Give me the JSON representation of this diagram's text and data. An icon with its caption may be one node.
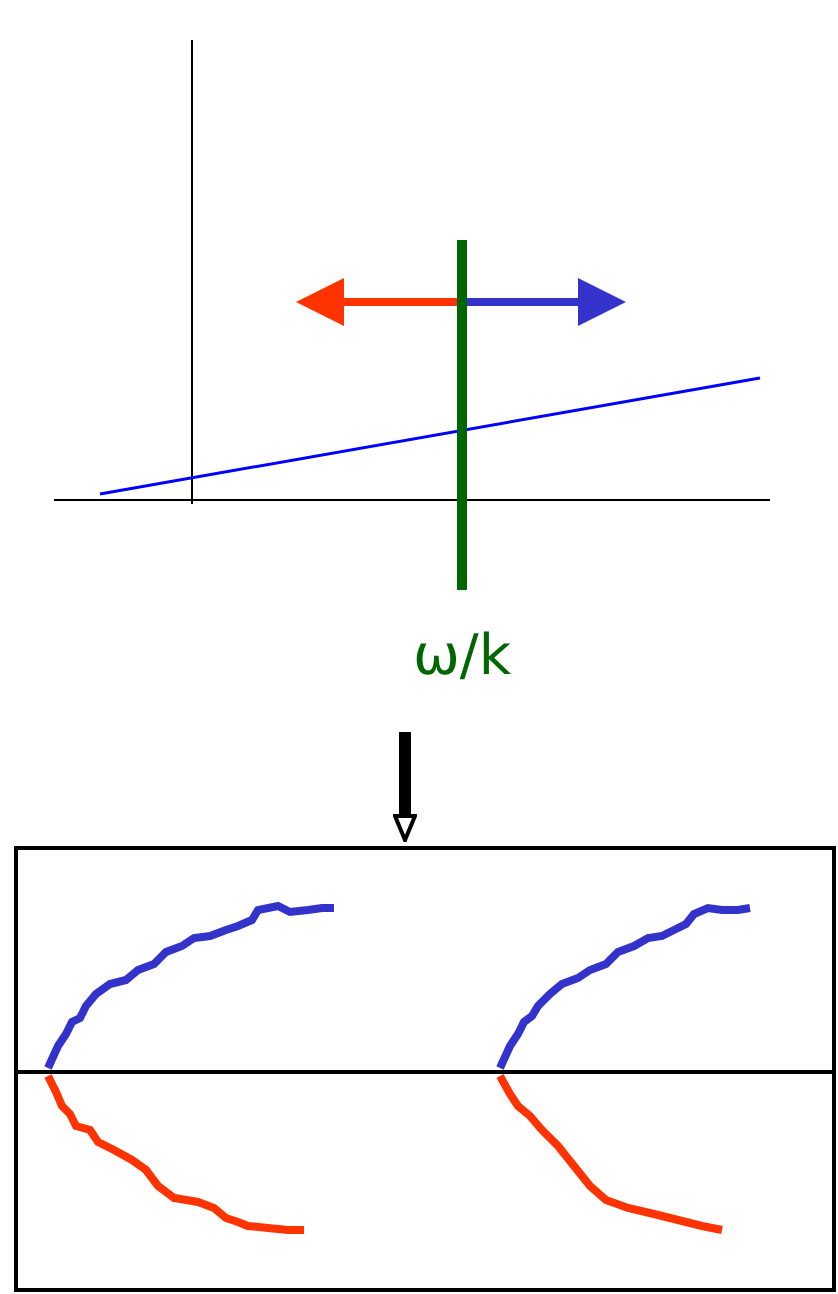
{
  "diagram": {
    "nodes": [
      {
        "text": [],
        "shape": "picture"
      },
      {
        "text": [
          "ω/k"
        ]
      },
      {
        "text": [],
        "shape": "picture"
      }
    ],
    "edges": [
      {
        "from": 1,
        "to": 2,
        "arrow": "to"
      }
    ]
  }
}
